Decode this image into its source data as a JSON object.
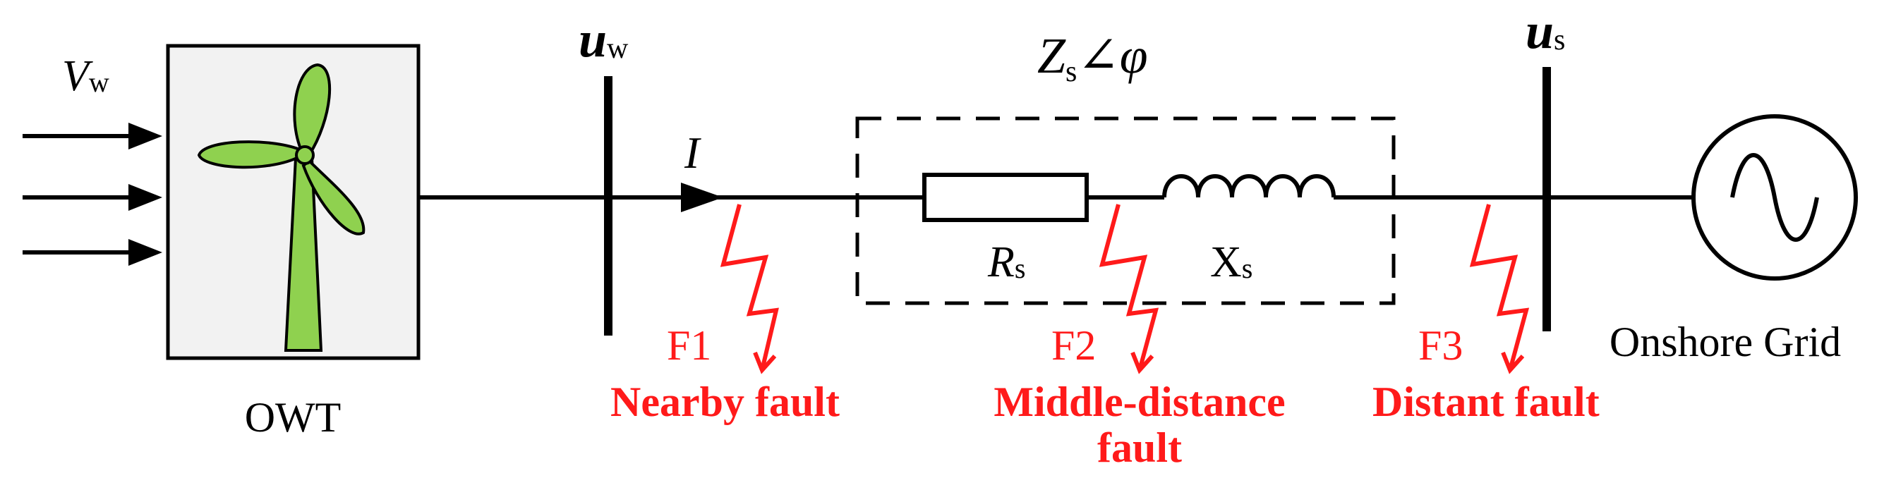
{
  "colors": {
    "line": "#000000",
    "fault": "#ff1a1a",
    "turbine_blade": "#8fd14f",
    "turbine_box_fill": "#f2f2f2"
  },
  "icons": {
    "turbine": "wind-turbine-icon",
    "grid": "ac-source-icon",
    "fault": "lightning-bolt-icon",
    "resistor": "resistor-icon",
    "inductor": "inductor-icon"
  },
  "labels": {
    "wind_speed_main": "V",
    "wind_speed_sub": "w",
    "turbine": "OWT",
    "uw_main": "u",
    "uw_sub": "w",
    "current": "I",
    "impedance_main": "Z",
    "impedance_sub": "s",
    "impedance_angle": "∠φ",
    "resistance_main": "R",
    "resistance_sub": "s",
    "reactance_main": "X",
    "reactance_sub": "s",
    "us_main": "u",
    "us_sub": "s",
    "grid": "Onshore Grid"
  },
  "faults": [
    {
      "id": "F1",
      "label": "F1",
      "description_lines": [
        "Nearby fault"
      ]
    },
    {
      "id": "F2",
      "label": "F2",
      "description_lines": [
        "Middle-distance",
        "fault"
      ]
    },
    {
      "id": "F3",
      "label": "F3",
      "description_lines": [
        "Distant fault"
      ]
    }
  ]
}
